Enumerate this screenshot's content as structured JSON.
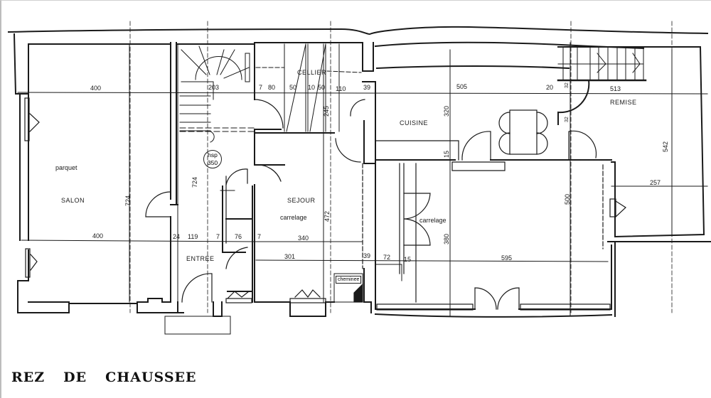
{
  "plan": {
    "title_words": [
      "REZ",
      "DE",
      "CHAUSSEE"
    ],
    "rooms": {
      "salon": "SALON",
      "salon_floor": "parquet",
      "entree": "ENTREE",
      "cellier": "CELLIER",
      "sejour": "SEJOUR",
      "sejour_floor": "carrelage",
      "annex_floor": "carrelage",
      "cuisine": "CUISINE",
      "remise": "REMISE",
      "cheminee": "cheminee"
    },
    "ceiling_height": {
      "label": "hsp",
      "value": "350"
    },
    "dimensions": {
      "salon_width_top": "400",
      "salon_width_bottom": "400",
      "salon_depth": "724",
      "hall_depth": "724",
      "stair_203": "203",
      "d_7a": "7",
      "d_80": "80",
      "d_50a": "50",
      "d_10": "10",
      "d_50b": "50",
      "d_110": "110",
      "d_39a": "39",
      "cellier_depth": "245",
      "cuisine_width": "505",
      "d_20": "20",
      "cuisine_depth": "320",
      "d_15a": "15",
      "remise_width": "513",
      "remise_depth": "542",
      "remise_32a": "32",
      "remise_32b": "32",
      "annex_257": "257",
      "d_24": "24",
      "d_119": "119",
      "d_7b": "7",
      "d_76": "76",
      "d_7c": "7",
      "sejour_width": "340",
      "sejour_depth": "472",
      "sejour_301": "301",
      "d_39b": "39",
      "d_72": "72",
      "d_15b": "15",
      "annex_depth": "380",
      "annex_width": "595",
      "annex_500": "500"
    },
    "colors": {
      "ink": "#1a1a1a",
      "paper": "#ffffff",
      "frame": "#bdbdbd"
    }
  }
}
